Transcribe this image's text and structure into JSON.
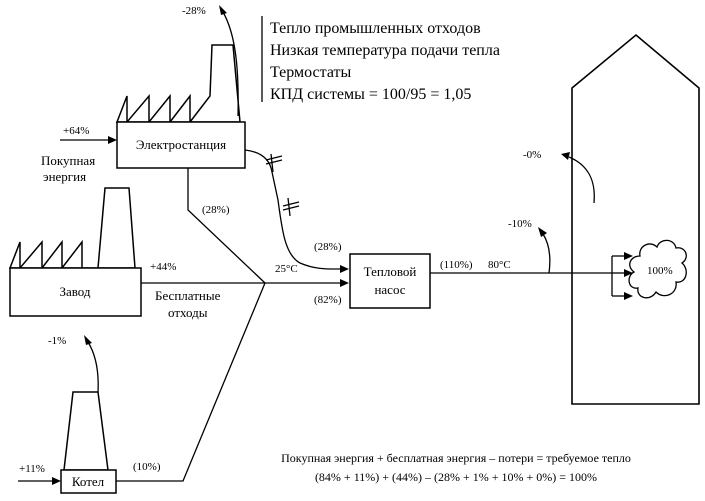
{
  "notes": [
    "Тепло промышленных отходов",
    "Низкая температура подачи тепла",
    "Термостаты",
    "КПД системы = 100/95 = 1,05"
  ],
  "nodes": {
    "power_plant": "Электростанция",
    "plant": "Завод",
    "boiler": "Котел",
    "heat_pump_line1": "Тепловой",
    "heat_pump_line2": "насос"
  },
  "labels": {
    "power_plant_loss": "-28%",
    "power_plant_input": "+64%",
    "purchased_line1": "Покупная",
    "purchased_line2": "энергия",
    "power_plant_out": "(28%)",
    "to_pump_28": "(28%)",
    "to_pump_82": "(82%)",
    "plant_out": "+44%",
    "free_line1": "Бесплатные",
    "free_line2": "отходы",
    "temp_in": "25°C",
    "pump_out": "(110%)",
    "temp_out": "80°C",
    "loss_0": "-0%",
    "loss_10": "-10%",
    "room_heat": "100%",
    "boiler_loss": "-1%",
    "boiler_input": "+11%",
    "boiler_out": "(10%)"
  },
  "equation": {
    "line1": "Покупная энергия + бесплатная энергия – потери = требуемое тепло",
    "line2": "(84% + 11%) + (44%) – (28% + 1% + 10% + 0%) = 100%"
  }
}
